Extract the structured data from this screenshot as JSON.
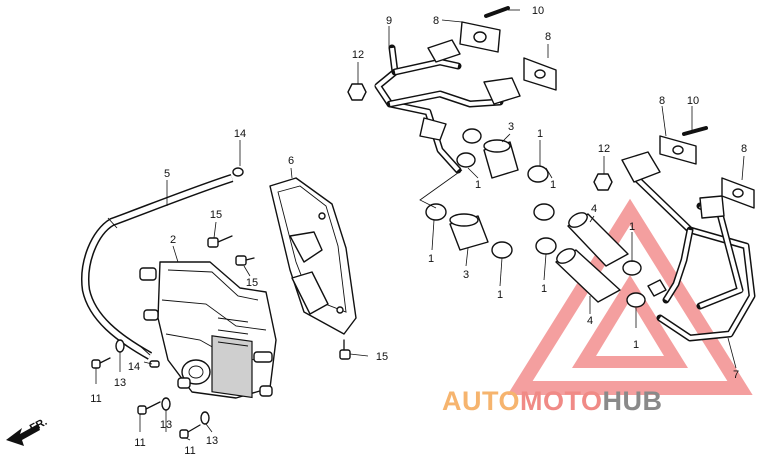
{
  "callouts": [
    {
      "key": "c-9",
      "label": "9"
    },
    {
      "key": "c-8a",
      "label": "8"
    },
    {
      "key": "c-10a",
      "label": "10"
    },
    {
      "key": "c-8b",
      "label": "8"
    },
    {
      "key": "c-12a",
      "label": "12"
    },
    {
      "key": "c-3a",
      "label": "3"
    },
    {
      "key": "c-1a",
      "label": "1"
    },
    {
      "key": "c-1b",
      "label": "1"
    },
    {
      "key": "c-1c",
      "label": "1"
    },
    {
      "key": "c-1d",
      "label": "1"
    },
    {
      "key": "c-3b",
      "label": "3"
    },
    {
      "key": "c-1e",
      "label": "1"
    },
    {
      "key": "c-4a",
      "label": "4"
    },
    {
      "key": "c-1f",
      "label": "1"
    },
    {
      "key": "c-4b",
      "label": "4"
    },
    {
      "key": "c-1g",
      "label": "1"
    },
    {
      "key": "c-1h",
      "label": "1"
    },
    {
      "key": "c-8c",
      "label": "8"
    },
    {
      "key": "c-10b",
      "label": "10"
    },
    {
      "key": "c-12b",
      "label": "12"
    },
    {
      "key": "c-8d",
      "label": "8"
    },
    {
      "key": "c-7",
      "label": "7"
    },
    {
      "key": "c-14a",
      "label": "14"
    },
    {
      "key": "c-6",
      "label": "6"
    },
    {
      "key": "c-5",
      "label": "5"
    },
    {
      "key": "c-2",
      "label": "2"
    },
    {
      "key": "c-15a",
      "label": "15"
    },
    {
      "key": "c-15b",
      "label": "15"
    },
    {
      "key": "c-15c",
      "label": "15"
    },
    {
      "key": "c-11a",
      "label": "11"
    },
    {
      "key": "c-13a",
      "label": "13"
    },
    {
      "key": "c-14b",
      "label": "14"
    },
    {
      "key": "c-11b",
      "label": "11"
    },
    {
      "key": "c-13b",
      "label": "13"
    },
    {
      "key": "c-11c",
      "label": "11"
    },
    {
      "key": "c-13c",
      "label": "13"
    }
  ],
  "front_arrow": {
    "label": "FR."
  },
  "watermark": {
    "part1": "AUTO",
    "part2": "MOTO",
    "part3": "HUB",
    "colors": {
      "auto": "#f6b46e",
      "moto": "#f08a86",
      "hub": "#8a8a8a",
      "logo": "#f28a8a"
    }
  }
}
